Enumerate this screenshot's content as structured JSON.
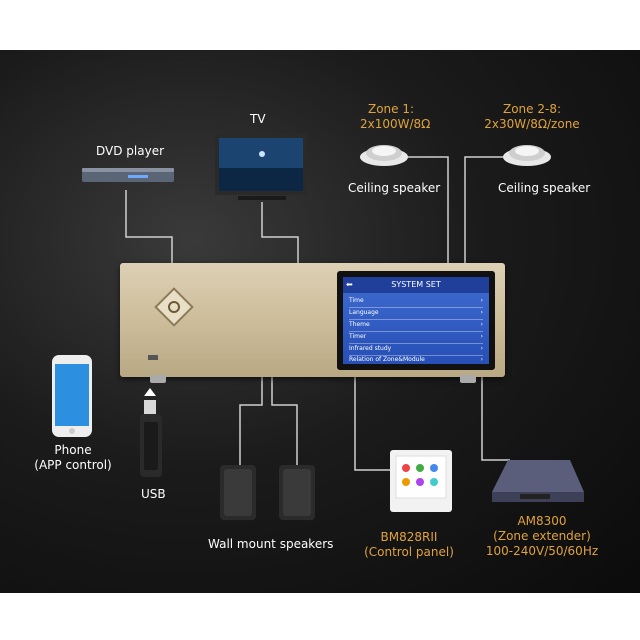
{
  "labels": {
    "dvd": "DVD player",
    "tv": "TV",
    "zone1_line1": "Zone 1:",
    "zone1_line2": "2x100W/8Ω",
    "zone28_line1": "Zone 2-8:",
    "zone28_line2": "2x30W/8Ω/zone",
    "ceiling1": "Ceiling speaker",
    "ceiling2": "Ceiling speaker",
    "phone_line1": "Phone",
    "phone_line2": "(APP control)",
    "usb": "USB",
    "wall": "Wall mount speakers",
    "bm_line1": "BM828RII",
    "bm_line2": "(Control panel)",
    "am_line1": "AM8300",
    "am_line2": "(Zone extender)",
    "am_line3": "100-240V/50/60Hz"
  },
  "screen": {
    "title": "SYSTEM SET",
    "back_icon": "back-arrow-icon",
    "items": [
      "Time",
      "Language",
      "Theme",
      "Timer",
      "Infrared study",
      "Relation of Zone&Module"
    ]
  },
  "colors": {
    "accent": "#e0a23c",
    "screen": "#3560c8"
  }
}
